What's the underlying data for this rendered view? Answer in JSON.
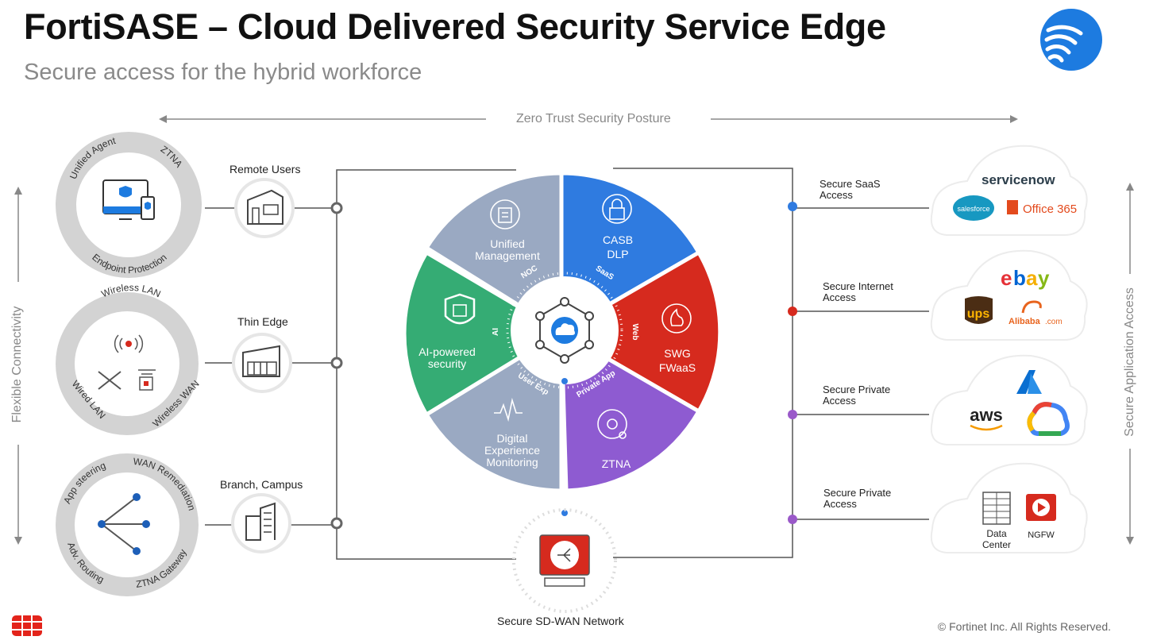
{
  "header": {
    "title": "FortiSASE – Cloud Delivered Security Service Edge",
    "subtitle": "Secure access for the hybrid workforce"
  },
  "axes": {
    "top": "Zero Trust Security Posture",
    "left": "Flexible Connectivity",
    "right": "Secure Application Access"
  },
  "left_rings": [
    {
      "labels": [
        "Unified Agent",
        "ZTNA",
        "Endpoint Protection"
      ]
    },
    {
      "labels": [
        "Wireless LAN",
        "Wired LAN",
        "Wireless WAN"
      ]
    },
    {
      "labels": [
        "App steering",
        "WAN Remediation",
        "Adv. Routing",
        "ZTNA Gateway"
      ]
    }
  ],
  "sites": [
    "Remote Users",
    "Thin Edge",
    "Branch, Campus"
  ],
  "wheel": {
    "segments": {
      "unified_management": [
        "Unified",
        "Management"
      ],
      "casb": [
        "CASB",
        "DLP"
      ],
      "swg": [
        "SWG",
        "FWaaS"
      ],
      "ztna": "ZTNA",
      "dem": [
        "Digital",
        "Experience",
        "Monitoring"
      ],
      "ai": [
        "AI-powered",
        "security"
      ]
    },
    "ring_labels": {
      "noc": "NOC",
      "saas": "SaaS",
      "web": "Web",
      "private_app": "Private App",
      "user_exp": "User Exp",
      "ai": "AI"
    }
  },
  "bottom_label": "Secure SD-WAN Network",
  "access": [
    {
      "line1": "Secure SaaS",
      "line2": "Access",
      "color": "#2f7be0"
    },
    {
      "line1": "Secure Internet",
      "line2": "Access",
      "color": "#d62a1e"
    },
    {
      "line1": "Secure Private",
      "line2": "Access",
      "color": "#9a59c9"
    },
    {
      "line1": "Secure Private",
      "line2": "Access",
      "color": "#9a59c9"
    }
  ],
  "clouds": {
    "saas": {
      "servicenow": "servicenow",
      "salesforce": "salesforce",
      "office": "Office 365"
    },
    "internet": {
      "ebay": [
        "e",
        "b",
        "a",
        "y"
      ],
      "ups": "ups",
      "alibaba": "Alibaba",
      "alibaba_suffix": ".com"
    },
    "private": {
      "aws": "aws"
    },
    "datacenter": {
      "dc_line1": "Data",
      "dc_line2": "Center",
      "ngfw": "NGFW"
    }
  },
  "colors": {
    "management": "#9aa9c2",
    "casb": "#2f7be0",
    "swg": "#d62a1e",
    "ztna": "#8e5bd1",
    "dem": "#9aa9c2",
    "ai": "#35ac74"
  },
  "footer": {
    "copyright": "© Fortinet Inc. All Rights Reserved."
  }
}
